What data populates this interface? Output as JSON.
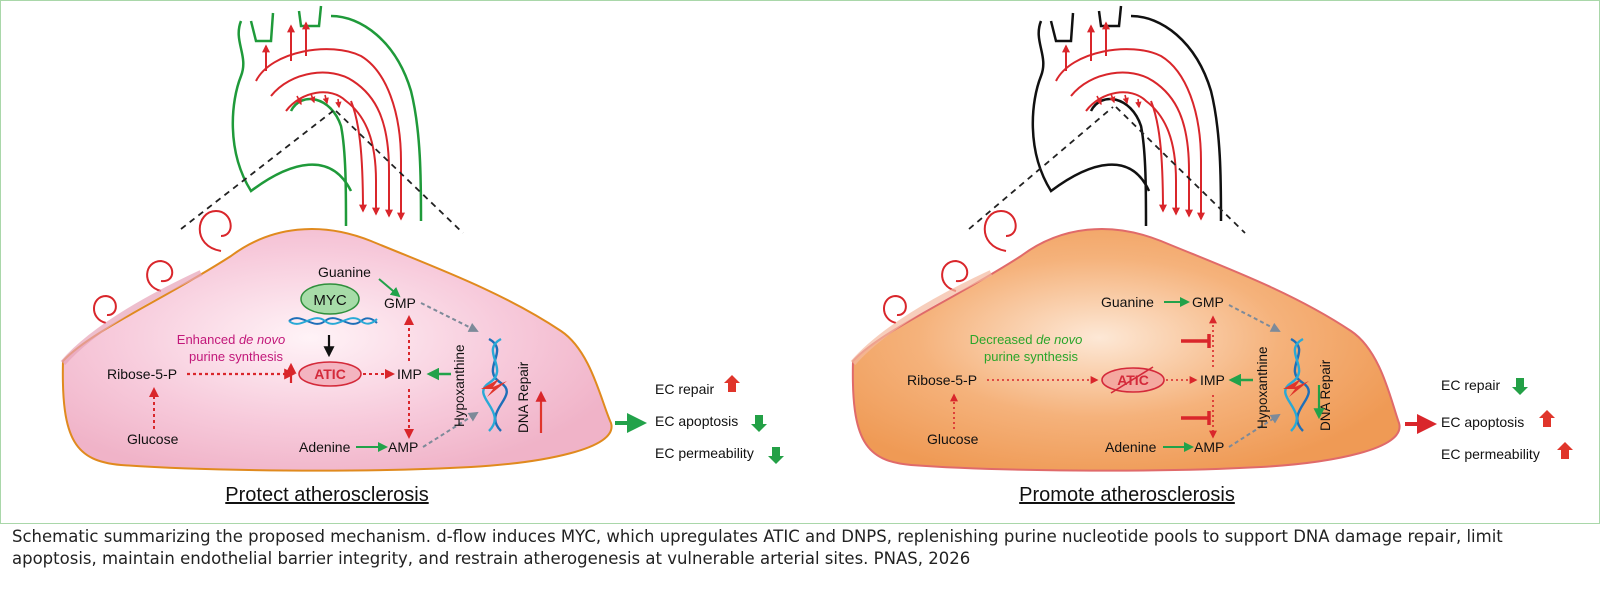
{
  "panels": [
    {
      "title": "Protect atherosclerosis",
      "myc": "MYC",
      "synthesis_line1": "Enhanced de novo",
      "synthesis_line2": "purine synthesis",
      "synthesis_color": "#c2187a",
      "atic": "ATIC",
      "guanine": "Guanine",
      "gmp": "GMP",
      "imp": "IMP",
      "amp": "AMP",
      "adenine": "Adenine",
      "ribose": "Ribose-5-P",
      "glucose": "Glucose",
      "hypoxanthine": "Hypoxanthine",
      "dna_repair": "DNA Repair",
      "outcomes": [
        {
          "label": "EC repair",
          "direction": "up"
        },
        {
          "label": "EC apoptosis",
          "direction": "down"
        },
        {
          "label": "EC permeability",
          "direction": "down"
        }
      ],
      "cell_color": "#f6c6d6",
      "vessel_color": "#1f9a3a"
    },
    {
      "title": "Promote atherosclerosis",
      "synthesis_line1": "Decreased de novo",
      "synthesis_line2": "purine synthesis",
      "synthesis_color": "#2aa52a",
      "atic": "ATIC",
      "guanine": "Guanine",
      "gmp": "GMP",
      "imp": "IMP",
      "amp": "AMP",
      "adenine": "Adenine",
      "ribose": "Ribose-5-P",
      "glucose": "Glucose",
      "hypoxanthine": "Hypoxanthine",
      "dna_repair": "DNA Repair",
      "outcomes": [
        {
          "label": "EC repair",
          "direction": "down"
        },
        {
          "label": "EC apoptosis",
          "direction": "up"
        },
        {
          "label": "EC permeability",
          "direction": "up"
        }
      ],
      "cell_color": "#f2a86a",
      "vessel_color": "#111111"
    }
  ],
  "colors": {
    "flow_red": "#d9262b",
    "arrow_green": "#22a24a",
    "arrow_gray": "#7d8a99",
    "up_red": "#e0352b",
    "down_green": "#23a046"
  },
  "caption": "Schematic summarizing the proposed mechanism. d-flow induces MYC, which upregulates ATIC and DNPS, replenishing purine nucleotide pools to support DNA damage repair, limit apoptosis, maintain endothelial barrier integrity, and restrain atherogenesis at vulnerable arterial sites. PNAS, 2026"
}
